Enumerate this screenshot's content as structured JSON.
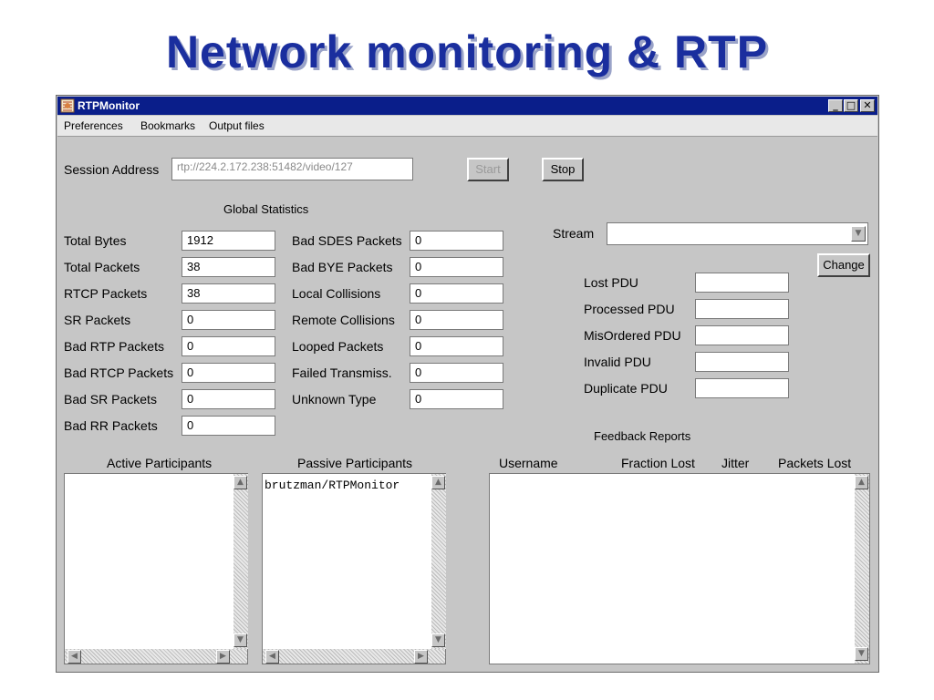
{
  "slide": {
    "title": "Network monitoring & RTP"
  },
  "window": {
    "title": "RTPMonitor",
    "controls": {
      "minimize": "_",
      "maximize": "□",
      "close": "✕"
    }
  },
  "menu": [
    "Preferences",
    "Bookmarks",
    "Output files"
  ],
  "session": {
    "label": "Session Address",
    "value": "rtp://224.2.172.238:51482/video/127",
    "start_label": "Start",
    "stop_label": "Stop"
  },
  "global_statistics": {
    "title": "Global Statistics",
    "left": [
      {
        "label": "Total Bytes",
        "value": "1912"
      },
      {
        "label": "Total Packets",
        "value": "38"
      },
      {
        "label": "RTCP Packets",
        "value": "38"
      },
      {
        "label": "SR Packets",
        "value": "0"
      },
      {
        "label": "Bad RTP Packets",
        "value": "0"
      },
      {
        "label": "Bad RTCP Packets",
        "value": "0"
      },
      {
        "label": "Bad SR Packets",
        "value": "0"
      },
      {
        "label": "Bad RR Packets",
        "value": "0"
      }
    ],
    "right": [
      {
        "label": "Bad SDES Packets",
        "value": "0"
      },
      {
        "label": "Bad BYE Packets",
        "value": "0"
      },
      {
        "label": "Local Collisions",
        "value": "0"
      },
      {
        "label": "Remote Collisions",
        "value": "0"
      },
      {
        "label": "Looped Packets",
        "value": "0"
      },
      {
        "label": "Failed Transmiss.",
        "value": "0"
      },
      {
        "label": "Unknown Type",
        "value": "0"
      }
    ]
  },
  "stream": {
    "label": "Stream",
    "value": "",
    "change_label": "Change",
    "stats": [
      {
        "label": "Lost PDU",
        "value": ""
      },
      {
        "label": "Processed PDU",
        "value": ""
      },
      {
        "label": "MisOrdered PDU",
        "value": ""
      },
      {
        "label": "Invalid PDU",
        "value": ""
      },
      {
        "label": "Duplicate PDU",
        "value": ""
      }
    ]
  },
  "participants": {
    "active_title": "Active Participants",
    "active_items": [],
    "passive_title": "Passive Participants",
    "passive_items": [
      "brutzman/RTPMonitor"
    ]
  },
  "feedback": {
    "title": "Feedback Reports",
    "columns": [
      "Username",
      "Fraction Lost",
      "Jitter",
      "Packets Lost"
    ],
    "rows": []
  },
  "colors": {
    "titlebar": "#0a1e8a",
    "slide_title": "#1a2e9e",
    "window_bg": "#c6c6c6"
  },
  "icons": {
    "scroll_up": "▲",
    "scroll_down": "▼",
    "scroll_left": "◀",
    "scroll_right": "▶",
    "dropdown": "▼"
  }
}
